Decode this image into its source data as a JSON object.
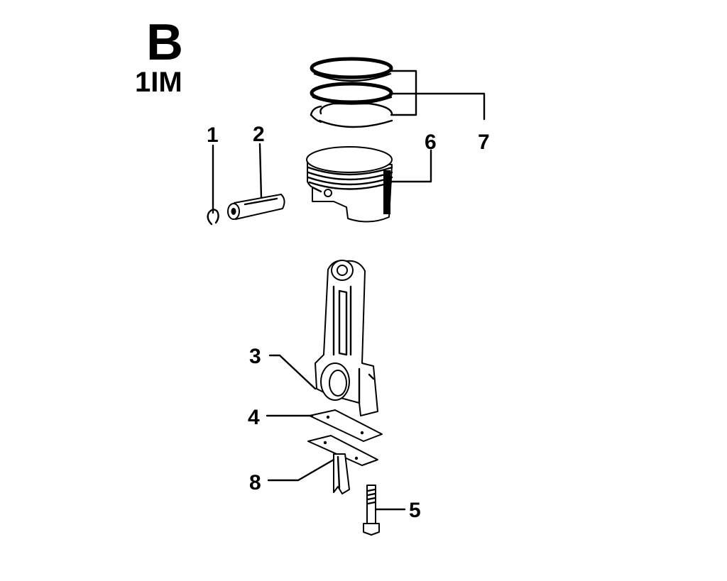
{
  "header": {
    "letter": "B",
    "code": "1IM"
  },
  "callouts": [
    {
      "id": "1",
      "text": "1"
    },
    {
      "id": "2",
      "text": "2"
    },
    {
      "id": "3",
      "text": "3"
    },
    {
      "id": "4",
      "text": "4"
    },
    {
      "id": "5",
      "text": "5"
    },
    {
      "id": "6",
      "text": "6"
    },
    {
      "id": "7",
      "text": "7"
    },
    {
      "id": "8",
      "text": "8"
    }
  ],
  "colors": {
    "ink": "#000000",
    "paper": "#ffffff"
  }
}
